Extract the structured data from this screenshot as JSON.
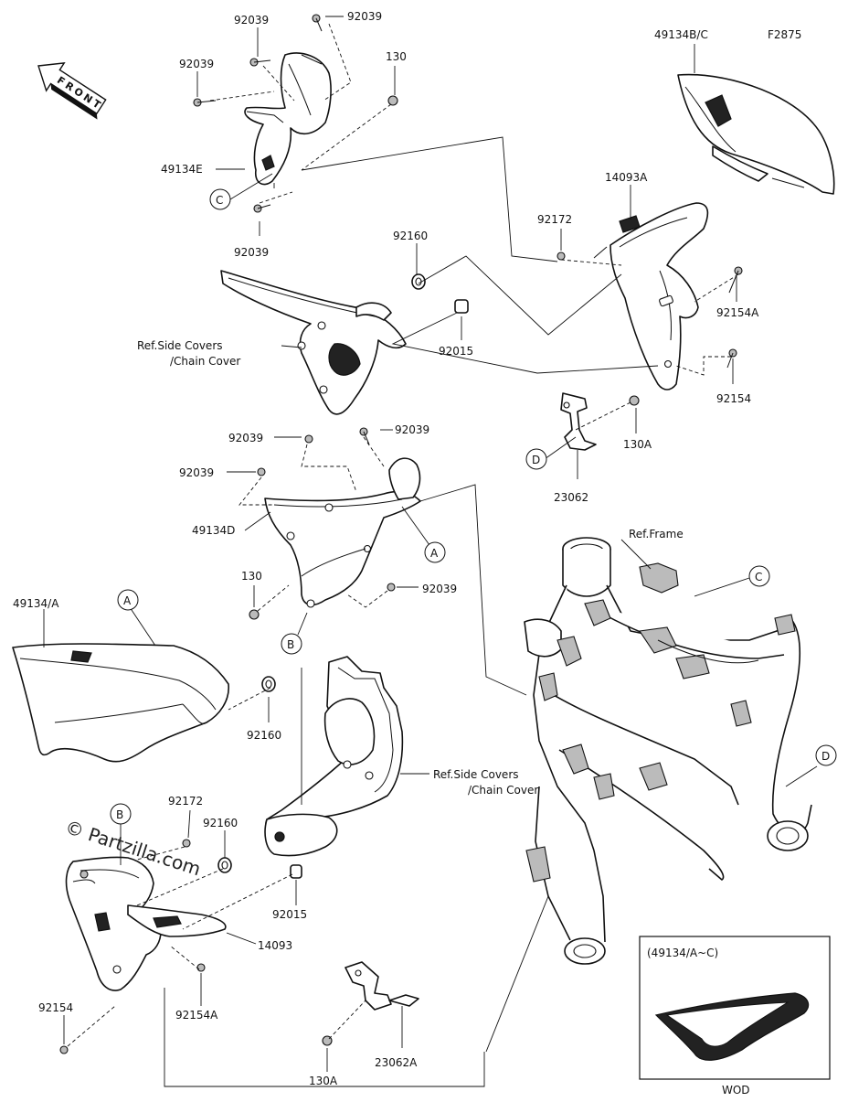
{
  "diagram": {
    "figure_code": "F2875",
    "front_arrow": "FRONT",
    "watermark": "© Partzilla.com",
    "inset_label": "(49134/A~C)",
    "inset_caption": "WOD",
    "part_labels": {
      "p49134bc": "49134B/C",
      "p49134e": "49134E",
      "p49134d": "49134D",
      "p49134a": "49134/A",
      "p92039": "92039",
      "p130": "130",
      "p130a": "130A",
      "p92160": "92160",
      "p92015": "92015",
      "p92172": "92172",
      "p14093a": "14093A",
      "p14093": "14093",
      "p92154a": "92154A",
      "p92154": "92154",
      "p23062": "23062",
      "p23062a": "23062A"
    },
    "ref_labels": {
      "side_covers_1a": "Ref.Side Covers",
      "side_covers_1b": "/Chain Cover",
      "side_covers_2a": "Ref.Side Covers",
      "side_covers_2b": "/Chain Cover",
      "frame": "Ref.Frame"
    },
    "callouts": {
      "a": "A",
      "b": "B",
      "c": "C",
      "d": "D"
    }
  }
}
